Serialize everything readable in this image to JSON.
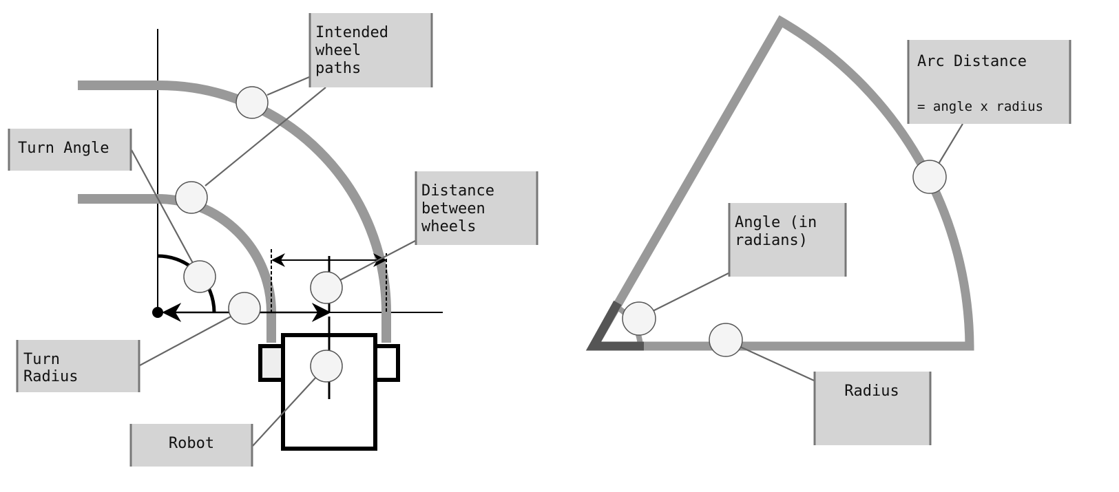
{
  "left_diagram": {
    "labels": {
      "intended_wheel_paths": [
        "Intended",
        "wheel",
        "paths"
      ],
      "turn_angle": [
        "Turn Angle"
      ],
      "distance_between_wheels": [
        "Distance",
        "between",
        "wheels"
      ],
      "turn_radius": [
        "Turn",
        "Radius"
      ],
      "robot": [
        "Robot"
      ]
    }
  },
  "right_diagram": {
    "labels": {
      "arc_distance": [
        "Arc Distance",
        "= angle x radius"
      ],
      "angle": [
        "Angle (in",
        "radians)"
      ],
      "radius": [
        "Radius"
      ]
    }
  },
  "colors": {
    "path": "#999999",
    "label_bg": "#d4d4d4",
    "marker": "#f4f4f4"
  }
}
